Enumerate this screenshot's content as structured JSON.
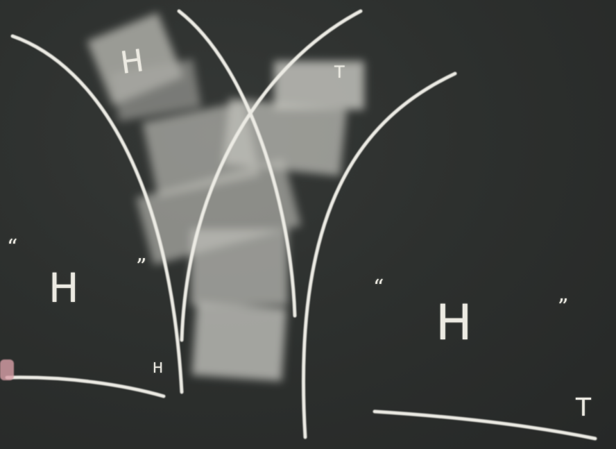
{
  "blackboard": {
    "shaded_region_labels": {
      "top_left_card": "H",
      "top_right_card": "T"
    },
    "left_case": {
      "open_quote": "“",
      "label": "H",
      "close_quote": "”",
      "baseline_mark": "H"
    },
    "right_case": {
      "open_quote": "“",
      "label": "H",
      "close_quote": "”",
      "baseline_mark": "T"
    }
  },
  "colors": {
    "board": "#2b2e2c",
    "chalk": "#eceae2",
    "chalk_smudge": "#cfcfc8"
  }
}
